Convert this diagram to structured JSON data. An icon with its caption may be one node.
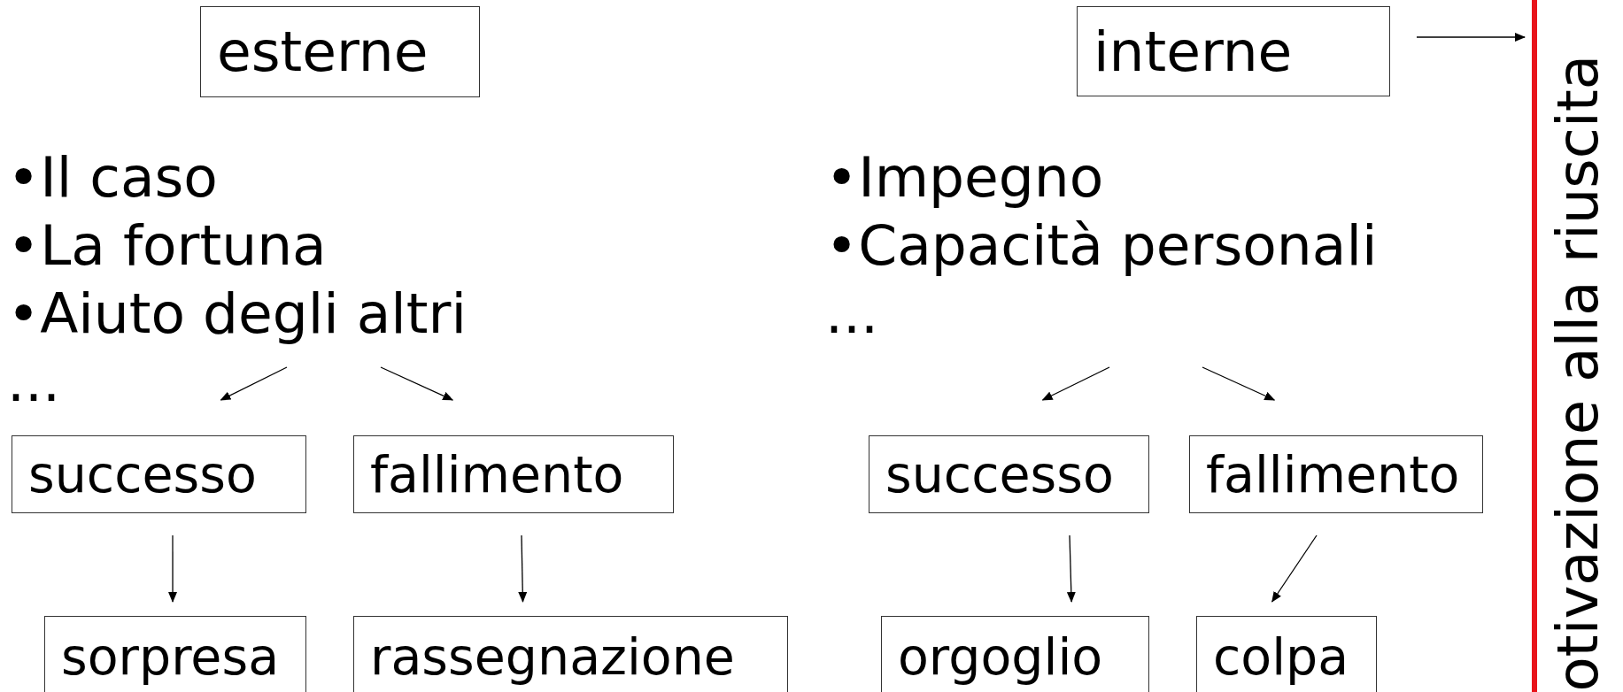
{
  "diagram": {
    "nodes": [
      {
        "text": [
          "esterne"
        ]
      },
      {
        "text": [
          "interne"
        ]
      },
      {
        "text": [
          "•Il caso",
          "•La fortuna",
          "•Aiuto degli altri",
          "..."
        ]
      },
      {
        "text": [
          "•Impegno",
          "•Capacità personali",
          "..."
        ]
      },
      {
        "text": [
          "successo"
        ]
      },
      {
        "text": [
          "fallimento"
        ]
      },
      {
        "text": [
          "successo"
        ]
      },
      {
        "text": [
          "fallimento"
        ]
      },
      {
        "text": [
          "sorpresa"
        ]
      },
      {
        "text": [
          "rassegnazione"
        ]
      },
      {
        "text": [
          "orgoglio"
        ]
      },
      {
        "text": [
          "colpa"
        ]
      },
      {
        "text": [],
        "shape": "bar"
      }
    ],
    "edges": [
      {
        "from": 2,
        "to": 4,
        "arrow": "to"
      },
      {
        "from": 2,
        "to": 5,
        "arrow": "to"
      },
      {
        "from": 3,
        "to": 6,
        "arrow": "to"
      },
      {
        "from": 3,
        "to": 7,
        "arrow": "to"
      },
      {
        "from": 4,
        "to": 8,
        "arrow": "to"
      },
      {
        "from": 5,
        "to": 9,
        "arrow": "to"
      },
      {
        "from": 6,
        "to": 10,
        "arrow": "to"
      },
      {
        "from": 7,
        "to": 11,
        "arrow": "to"
      },
      {
        "from": 1,
        "to": 12,
        "arrow": "to"
      }
    ],
    "labels": [
      "otivazione alla riuscita"
    ]
  }
}
